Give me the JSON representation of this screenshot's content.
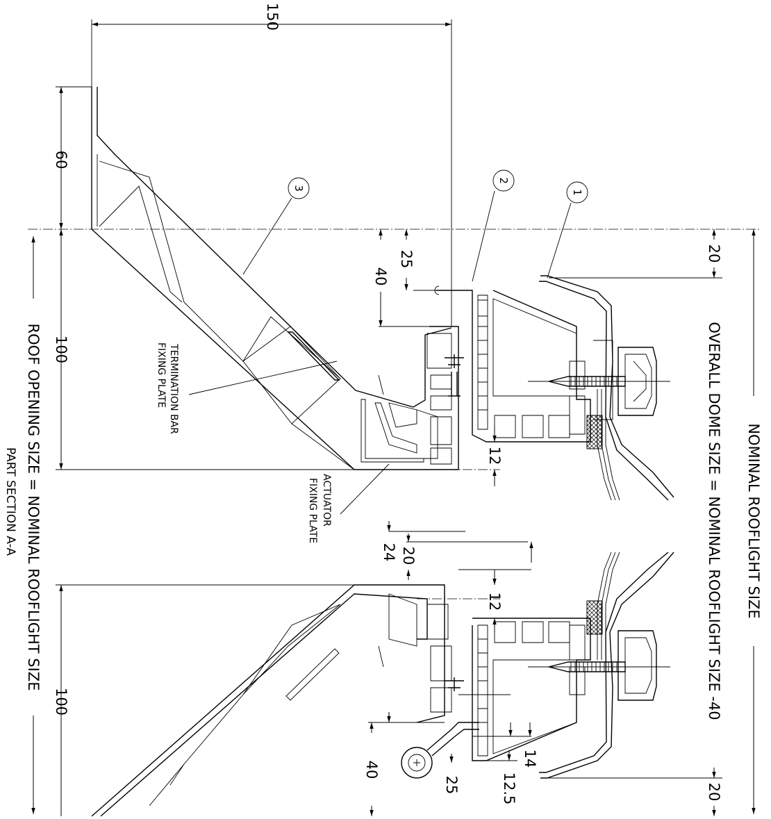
{
  "dimensions": {
    "d150": "150",
    "d60": "60",
    "d100_top": "100",
    "d100_bottom": "100",
    "d25_top": "25",
    "d40_top": "40",
    "d20_top": "20",
    "d12_top": "12",
    "d12_bottom": "12",
    "d24": "24",
    "d20_mid": "20",
    "d14": "14",
    "d12_5": "12.5",
    "d25_bottom": "25",
    "d40_bottom": "40",
    "d20_bottom": "20"
  },
  "labels": {
    "nominal_rooflight_size": "NOMINAL ROOFLIGHT SIZE",
    "overall_dome_size": "OVERALL DOME SIZE = NOMINAL ROOFLIGHT SIZE -40",
    "roof_opening_size": "ROOF OPENING SIZE = NOMINAL ROOFLIGHT SIZE",
    "part_section": "PART SECTION A-A",
    "termination_line1": "TERMINATION BAR",
    "termination_line2": "FIXING PLATE",
    "actuator_line1": "ACTUATOR",
    "actuator_line2": "FIXING PLATE"
  },
  "balloons": {
    "b1": "1",
    "b2": "2",
    "b3": "3"
  }
}
